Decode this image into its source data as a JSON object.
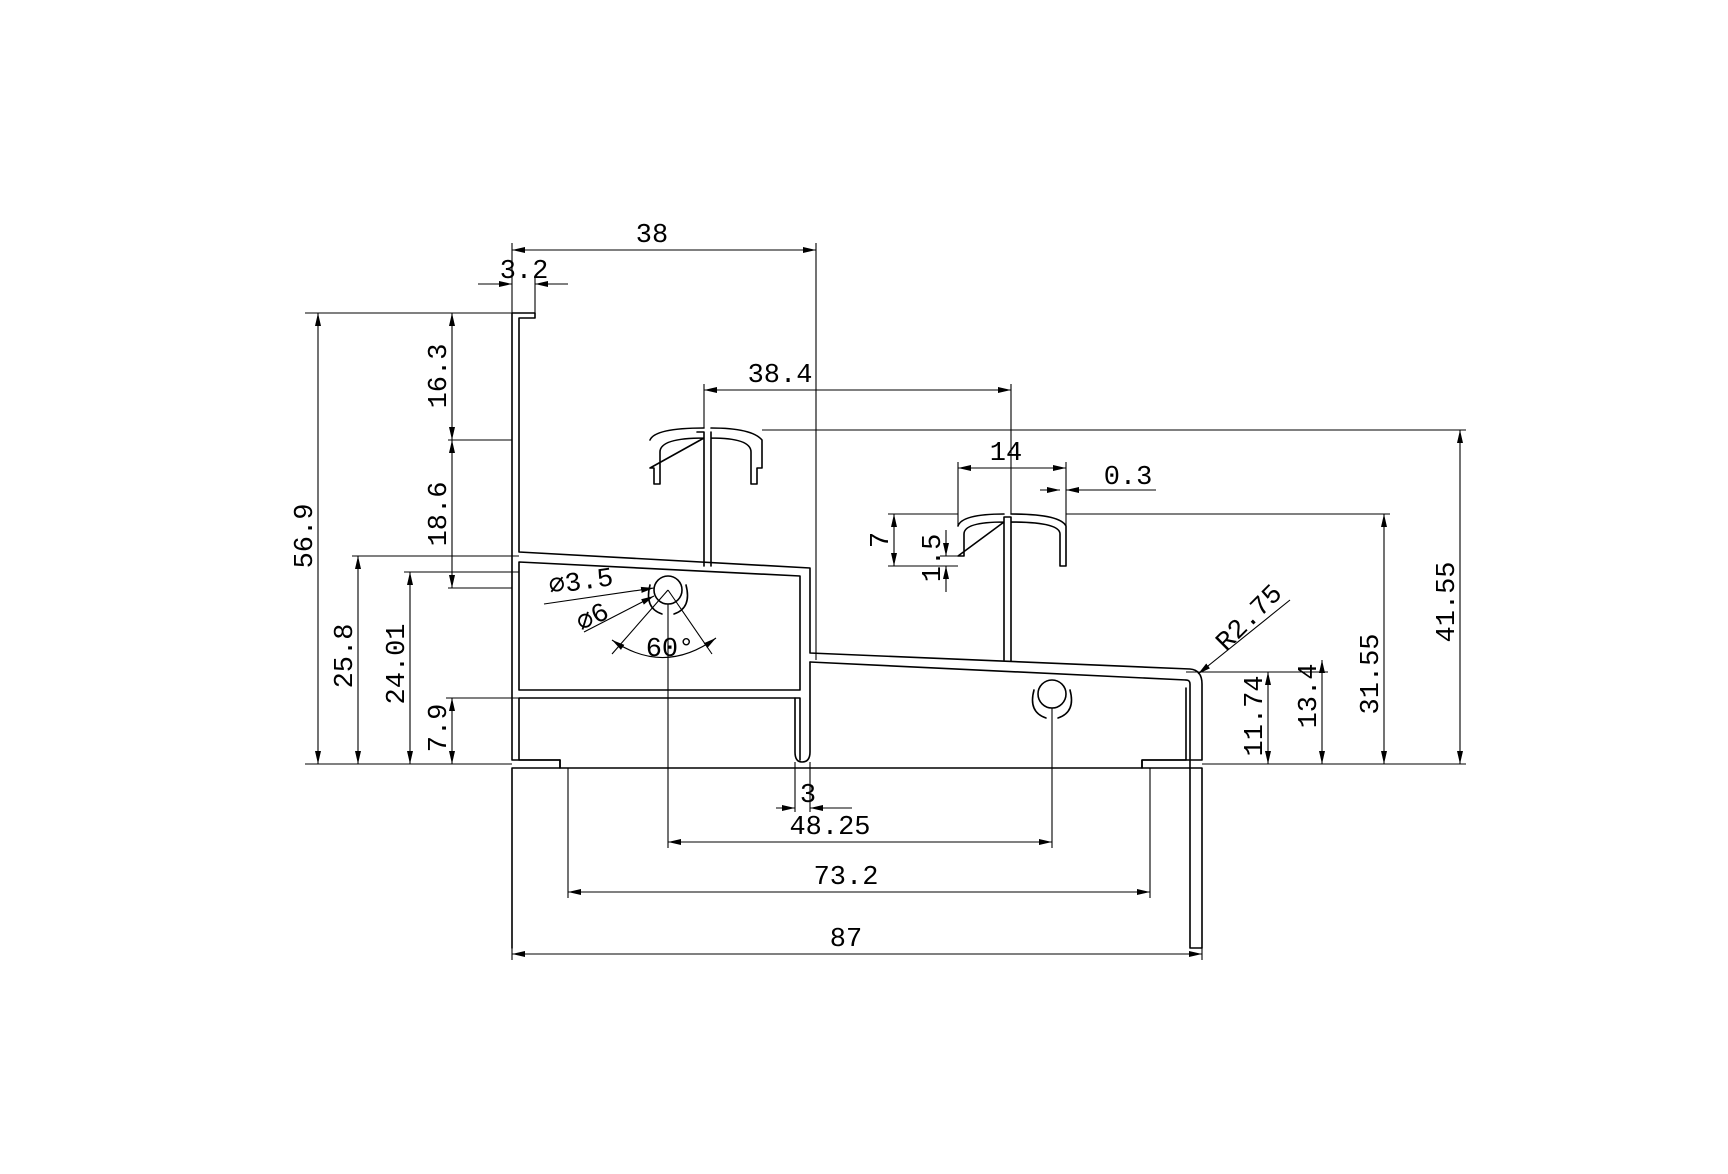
{
  "dimensions": {
    "overall_width": "38",
    "lip_thickness": "3.2",
    "upper_segment": "16.3",
    "middle_segment": "18.6",
    "total_height": "56.9",
    "left_tongue_span": "38.4",
    "right_tongue_width": "14",
    "right_tongue_gap": "0.3",
    "right_tongue_depth": "7",
    "right_tongue_step": "1.5",
    "hole_inner_diameter": "⌀3.5",
    "hole_outer_diameter": "⌀6",
    "slot_angle": "60°",
    "corner_radius": "R2.75",
    "upper_web_height": "25.8",
    "lower_web_height": "24.01",
    "foot_height": "7.9",
    "small_leg_width": "3",
    "screw_spacing": "48.25",
    "base_inner_width": "73.2",
    "base_width": "87",
    "right_ledge_height": "11.74",
    "right_ledge_outer": "13.4",
    "right_tongue_height": "31.55",
    "left_tongue_height": "41.55"
  }
}
